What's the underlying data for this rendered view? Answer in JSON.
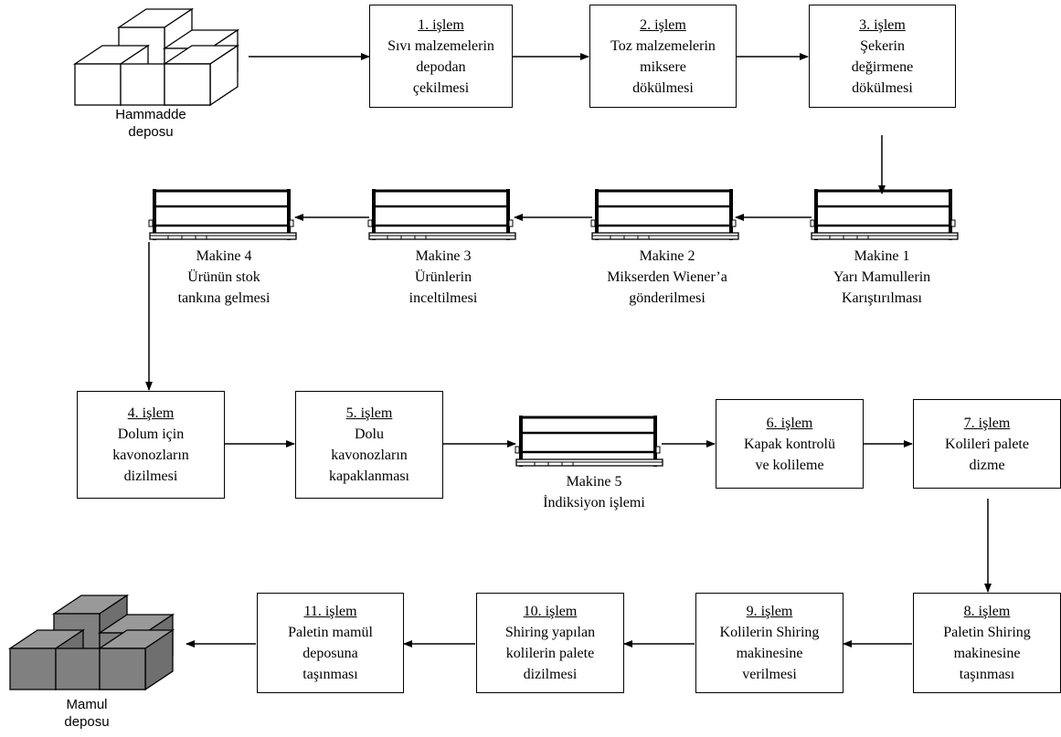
{
  "colors": {
    "stroke": "#000000",
    "background": "#ffffff",
    "finished_fill": "#808080"
  },
  "raw_storage": {
    "label_line1": "Hammadde",
    "label_line2": "deposu",
    "icon": "stacked-boxes-icon"
  },
  "product_storage": {
    "label_line1": "Mamul",
    "label_line2": "deposu",
    "icon": "stacked-boxes-icon"
  },
  "steps": [
    {
      "title": "1. işlem",
      "lines": [
        "Sıvı malzemelerin",
        "depodan",
        "çekilmesi"
      ]
    },
    {
      "title": "2. işlem",
      "lines": [
        "Toz malzemelerin",
        "miksere",
        "dökülmesi"
      ]
    },
    {
      "title": "3. işlem",
      "lines": [
        "Şekerin",
        "değirmene",
        "dökülmesi"
      ]
    },
    {
      "title": "4. işlem",
      "lines": [
        "Dolum için",
        "kavonozların",
        "dizilmesi"
      ]
    },
    {
      "title": "5. işlem",
      "lines": [
        "Dolu",
        "kavonozların",
        "kapaklanması"
      ]
    },
    {
      "title": "6. işlem",
      "lines": [
        "Kapak kontrolü",
        "ve kolileme"
      ]
    },
    {
      "title": "7. işlem",
      "lines": [
        "Kolileri palete",
        "dizme"
      ]
    },
    {
      "title": "8. işlem",
      "lines": [
        "Paletin Shiring",
        "makinesine",
        "taşınması"
      ]
    },
    {
      "title": "9. işlem",
      "lines": [
        "Kolilerin Shiring",
        "makinesine",
        "verilmesi"
      ]
    },
    {
      "title": "10. işlem",
      "lines": [
        "Shiring yapılan",
        "kolilerin palete",
        "dizilmesi"
      ]
    },
    {
      "title": "11. işlem",
      "lines": [
        "Paletin mamül",
        "deposuna",
        "taşınması"
      ]
    }
  ],
  "machines": [
    {
      "name": "Makine 1",
      "lines": [
        "Yarı Mamullerin",
        "Karıştırılması"
      ]
    },
    {
      "name": "Makine 2",
      "lines": [
        "Mikserden Wiener’a",
        "gönderilmesi"
      ]
    },
    {
      "name": "Makine 3",
      "lines": [
        "Ürünlerin",
        "inceltilmesi"
      ]
    },
    {
      "name": "Makine 4",
      "lines": [
        "Ürünün stok",
        "tankına gelmesi"
      ]
    },
    {
      "name": "Makine 5",
      "lines": [
        "İndiksiyon işlemi"
      ]
    }
  ]
}
